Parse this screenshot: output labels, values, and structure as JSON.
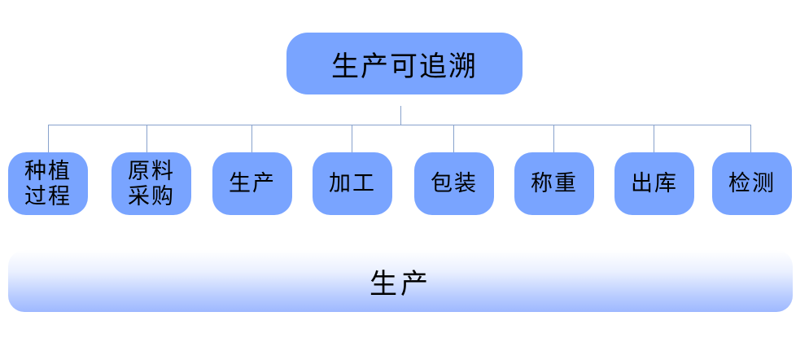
{
  "root": {
    "label": "生产可追溯"
  },
  "children": [
    {
      "label": "种植\n过程"
    },
    {
      "label": "原料\n采购"
    },
    {
      "label": "生产"
    },
    {
      "label": "加工"
    },
    {
      "label": "包装"
    },
    {
      "label": "称重"
    },
    {
      "label": "出库"
    },
    {
      "label": "检测"
    }
  ],
  "bottom_bar": {
    "label": "生产"
  },
  "colors": {
    "node_fill": "#79a4ff",
    "connector": "#88a2cc",
    "bar_bottom": "#9eb8ff"
  }
}
